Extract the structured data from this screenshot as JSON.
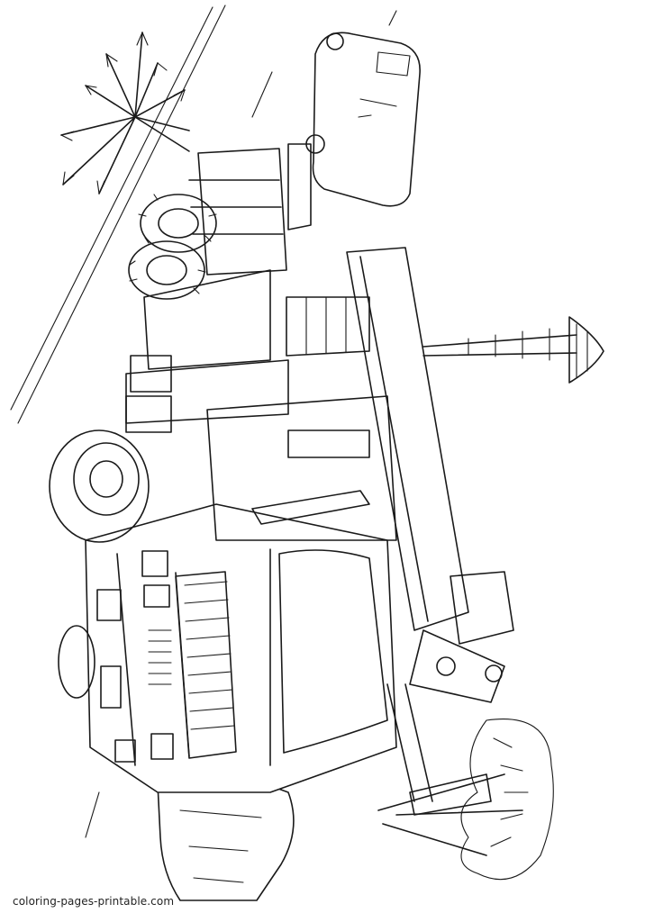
{
  "image": {
    "subject": "coloring-page",
    "style": "black line art on white"
  },
  "watermark": {
    "text": "coloring-pages-printable.com"
  },
  "colors": {
    "line": "#1a1a1a",
    "background": "#ffffff"
  }
}
